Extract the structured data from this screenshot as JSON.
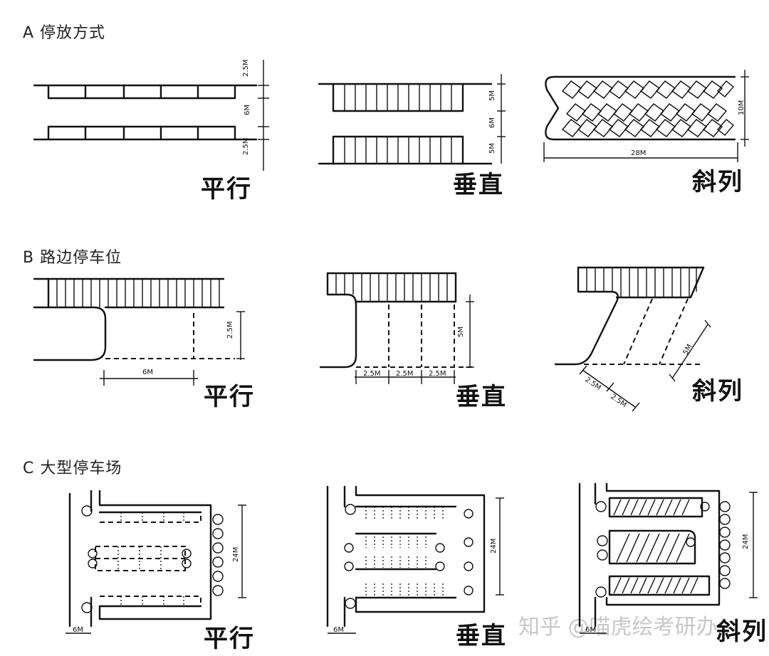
{
  "sections": {
    "a": {
      "title": "A 停放方式"
    },
    "b": {
      "title": "B 路边停车位"
    },
    "c": {
      "title": "C 大型停车场"
    }
  },
  "labels": {
    "parallel": "平行",
    "perpendicular": "垂直",
    "oblique": "斜列"
  },
  "dims": {
    "a_parallel": [
      "2.5M",
      "6M",
      "2.5M"
    ],
    "a_perpendicular": [
      "5M",
      "6M",
      "5M"
    ],
    "a_oblique": [
      "10M",
      "28M"
    ],
    "b_parallel": [
      "2.5M",
      "6M"
    ],
    "b_perpendicular": [
      "5M",
      "2.5M",
      "2.5M",
      "2.5M"
    ],
    "b_oblique": [
      "5M",
      "2.5M",
      "2.5M"
    ],
    "c_parallel": [
      "6M",
      "24M"
    ],
    "c_perpendicular": [
      "6M",
      "24M"
    ],
    "c_oblique": [
      "6M",
      "24M"
    ]
  },
  "watermark": "知乎 @喵虎绘考研办"
}
